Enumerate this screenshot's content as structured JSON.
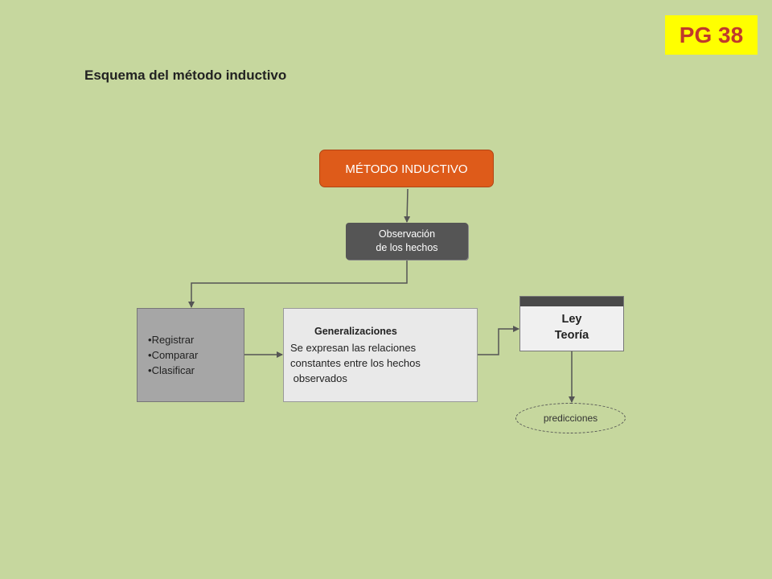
{
  "page_badge": "PG 38",
  "title": "Esquema del método inductivo",
  "diagram": {
    "metodo": "MÉTODO INDUCTIVO",
    "observacion": [
      "Observación",
      "de los hechos"
    ],
    "registro_items": [
      "Registrar",
      "Comparar",
      "Clasificar"
    ],
    "generalizaciones": {
      "title": "Generalizaciones",
      "lines": [
        "Se expresan las relaciones",
        "constantes entre los hechos",
        " observados"
      ]
    },
    "ley_teoria": [
      "Ley",
      "Teoría"
    ],
    "predicciones": "predicciones"
  },
  "colors": {
    "background": "#c6d79e",
    "badge_bg": "#ffff00",
    "badge_text": "#c0392b",
    "metodo_fill": "#de5b1a",
    "observacion_fill": "#555555",
    "registro_fill": "#a6a6a6",
    "generalizaciones_fill": "#e9e9e9"
  }
}
